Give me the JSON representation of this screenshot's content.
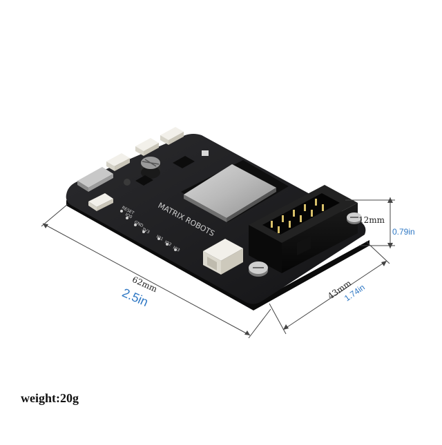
{
  "dimensions": {
    "height": {
      "metric": "12mm",
      "imperial": "0.79in"
    },
    "length": {
      "metric": "62mm",
      "imperial": "2.5in"
    },
    "width": {
      "metric": "43mm",
      "imperial": "1.74in"
    }
  },
  "weight": "weight:20g",
  "board_markings": {
    "logo": "MATRIX ROBOTS",
    "pins": [
      "RESET",
      "IO0",
      "GND",
      "3V3",
      "IO1",
      "IO2",
      "IO3"
    ]
  },
  "colors": {
    "pcb": "#1a1a1c",
    "connector_white": "#f2f0ea",
    "dimension_line": "#444444",
    "inch_text": "#2f78c4"
  }
}
